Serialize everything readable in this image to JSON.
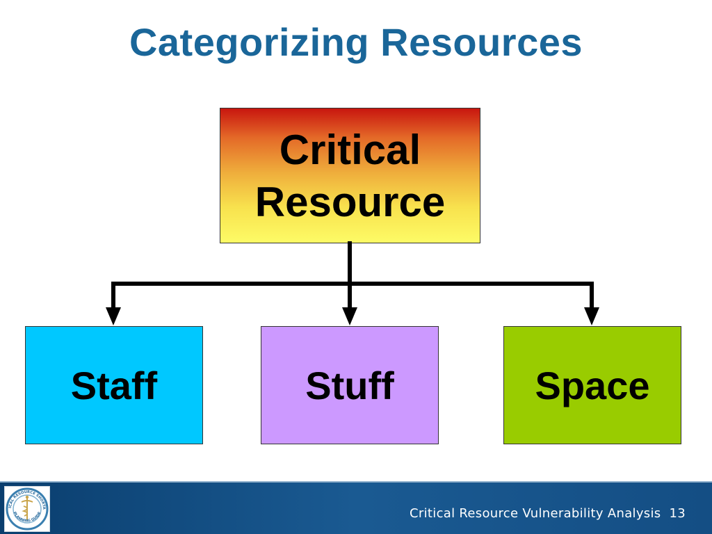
{
  "slide": {
    "title": "Categorizing Resources"
  },
  "diagram": {
    "root": {
      "line1": "Critical",
      "line2": "Resource",
      "fill": "gradient red-orange-yellow"
    },
    "children": [
      {
        "label": "Staff",
        "color": "#00c8ff"
      },
      {
        "label": "Stuff",
        "color": "#cc99ff"
      },
      {
        "label": "Space",
        "color": "#99cc00"
      }
    ]
  },
  "footer": {
    "text": "Critical Resource Vulnerability Analysis",
    "page_number": "13",
    "logo": {
      "name": "critical-resource-shortages-planning-guide-logo",
      "text": "CRITICAL RESOURCE SHORTAGES PLANNING GUIDE"
    }
  }
}
